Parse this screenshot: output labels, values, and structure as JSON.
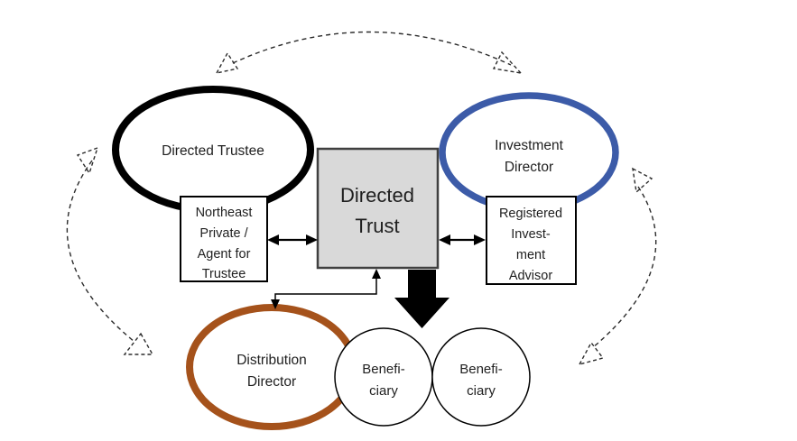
{
  "diagram": {
    "colors": {
      "blue": "#3c5ba8",
      "brown": "#a5521b",
      "black": "#000000",
      "box_fill": "#d9d9d9",
      "box_border": "#404040"
    },
    "nodes": {
      "directed_trustee": {
        "label": "Directed Trustee"
      },
      "investment_director": {
        "line1": "Investment",
        "line2": "Director"
      },
      "directed_trust": {
        "line1": "Directed",
        "line2": "Trust"
      },
      "trustee_agent": {
        "line1": "Northeast",
        "line2": "Private /",
        "line3": "Agent for",
        "line4": "Trustee"
      },
      "investment_advisor": {
        "line1": "Registered",
        "line2": "Invest-",
        "line3": "ment",
        "line4": "Advisor"
      },
      "distribution_director": {
        "line1": "Distribution",
        "line2": "Director"
      },
      "beneficiary_left": {
        "line1": "Benefi-",
        "line2": "ciary"
      },
      "beneficiary_right": {
        "line1": "Benefi-",
        "line2": "ciary"
      }
    }
  }
}
